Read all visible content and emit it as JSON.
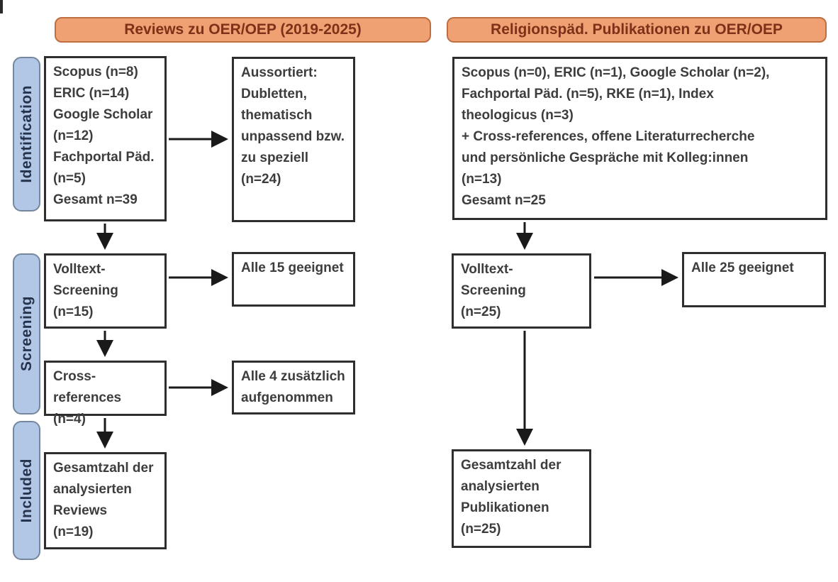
{
  "colors": {
    "banner_fill": "#f0a173",
    "banner_border": "#bf6e42",
    "banner_text": "#7c3118",
    "stage_fill": "#b2c7e6",
    "stage_border": "#74879f",
    "stage_text": "#25344c",
    "box_border": "#2e2e2e",
    "box_text": "#3d3d3d",
    "arrow": "#1a1a1a"
  },
  "banners": {
    "left": "Reviews zu OER/OEP (2019-2025)",
    "right": "Religionspäd. Publikationen zu OER/OEP"
  },
  "stages": {
    "identification": "Identification",
    "screening": "Screening",
    "included": "Included"
  },
  "left_flow": {
    "sources": "Scopus (n=8)\nERIC (n=14)\nGoogle Scholar\n(n=12)\nFachportal Päd.\n(n=5)\nGesamt n=39",
    "excluded": "Aussortiert:\nDubletten,\nthematisch\nunpassend bzw.\nzu speziell\n(n=24)",
    "fulltext_screening": "Volltext-\nScreening\n(n=15)",
    "all_suitable": "Alle 15 geeignet",
    "cross_references": "Cross-references\n(n=4)",
    "additional_included": "Alle 4 zusätzlich\naufgenommen",
    "total_included": "Gesamtzahl der\nanalysierten\nReviews\n(n=19)"
  },
  "right_flow": {
    "sources": "Scopus (n=0), ERIC (n=1), Google Scholar (n=2),\nFachportal Päd. (n=5), RKE (n=1), Index\ntheologicus (n=3)\n+ Cross-references, offene Literaturrecherche\nund persönliche Gespräche mit Kolleg:innen\n(n=13)\nGesamt n=25",
    "fulltext_screening": "Volltext-\nScreening\n(n=25)",
    "all_suitable": "Alle 25 geeignet",
    "total_included": "Gesamtzahl der\nanalysierten\nPublikationen\n(n=25)"
  }
}
